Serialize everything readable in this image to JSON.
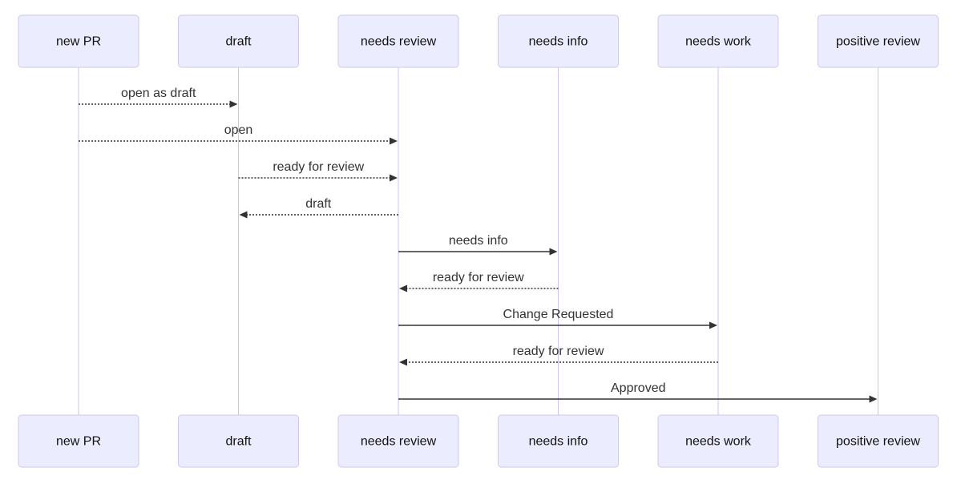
{
  "diagram": {
    "type": "sequence-diagram",
    "background_color": "#ffffff",
    "actor_box_fill": "#ECECFF",
    "actor_box_border": "#cfc7ee",
    "lifeline_color": "#ccc3ef",
    "arrow_color": "#333333",
    "message_text_color": "#333333",
    "actor_text_color": "#111111",
    "actors": [
      {
        "label": "new PR"
      },
      {
        "label": "draft"
      },
      {
        "label": "needs review"
      },
      {
        "label": "needs info"
      },
      {
        "label": "needs work"
      },
      {
        "label": "positive review"
      }
    ],
    "messages": [
      {
        "from": 0,
        "to": 1,
        "label": "open as draft",
        "line": "dashed"
      },
      {
        "from": 0,
        "to": 2,
        "label": "open",
        "line": "dashed"
      },
      {
        "from": 1,
        "to": 2,
        "label": "ready for review",
        "line": "dashed"
      },
      {
        "from": 2,
        "to": 1,
        "label": "draft",
        "line": "dashed"
      },
      {
        "from": 2,
        "to": 3,
        "label": "needs info",
        "line": "solid"
      },
      {
        "from": 3,
        "to": 2,
        "label": "ready for review",
        "line": "dashed"
      },
      {
        "from": 2,
        "to": 4,
        "label": "Change Requested",
        "line": "solid"
      },
      {
        "from": 4,
        "to": 2,
        "label": "ready for review",
        "line": "dashed"
      },
      {
        "from": 2,
        "to": 5,
        "label": "Approved",
        "line": "solid"
      }
    ]
  }
}
